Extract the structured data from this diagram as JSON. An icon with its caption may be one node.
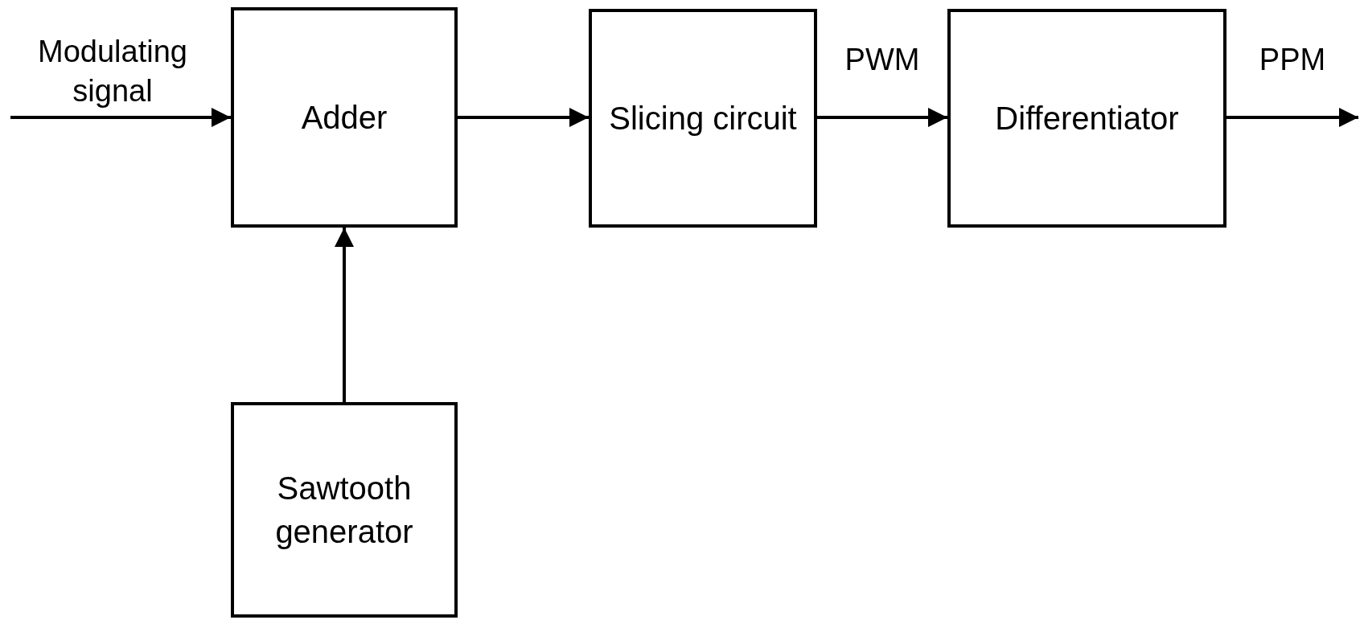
{
  "diagram": {
    "nodes": [
      {
        "text": [
          "Adder"
        ]
      },
      {
        "text": [
          "Slicing circuit"
        ]
      },
      {
        "text": [
          "Differentiator"
        ]
      },
      {
        "text": [
          "Sawtooth generator"
        ]
      }
    ],
    "edges": [
      {
        "from": null,
        "to": 0,
        "arrow": "to",
        "label": "Modulating signal"
      },
      {
        "from": 0,
        "to": 1,
        "arrow": "to"
      },
      {
        "from": 1,
        "to": 2,
        "arrow": "to",
        "label": "PWM"
      },
      {
        "from": 2,
        "to": null,
        "arrow": "to",
        "label": "PPM"
      },
      {
        "from": 3,
        "to": 0,
        "arrow": "to"
      }
    ]
  }
}
